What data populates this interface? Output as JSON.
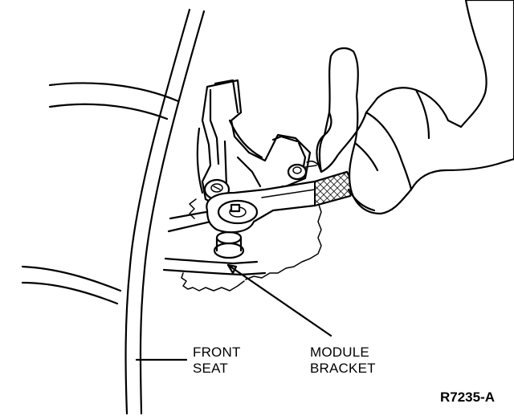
{
  "labels": {
    "front_seat_line1": "FRONT",
    "front_seat_line2": "SEAT",
    "module_bracket_line1": "MODULE",
    "module_bracket_line2": "BRACKET"
  },
  "figure_code": "R7235-A",
  "colors": {
    "ink": "#000000",
    "paper": "#ffffff"
  }
}
